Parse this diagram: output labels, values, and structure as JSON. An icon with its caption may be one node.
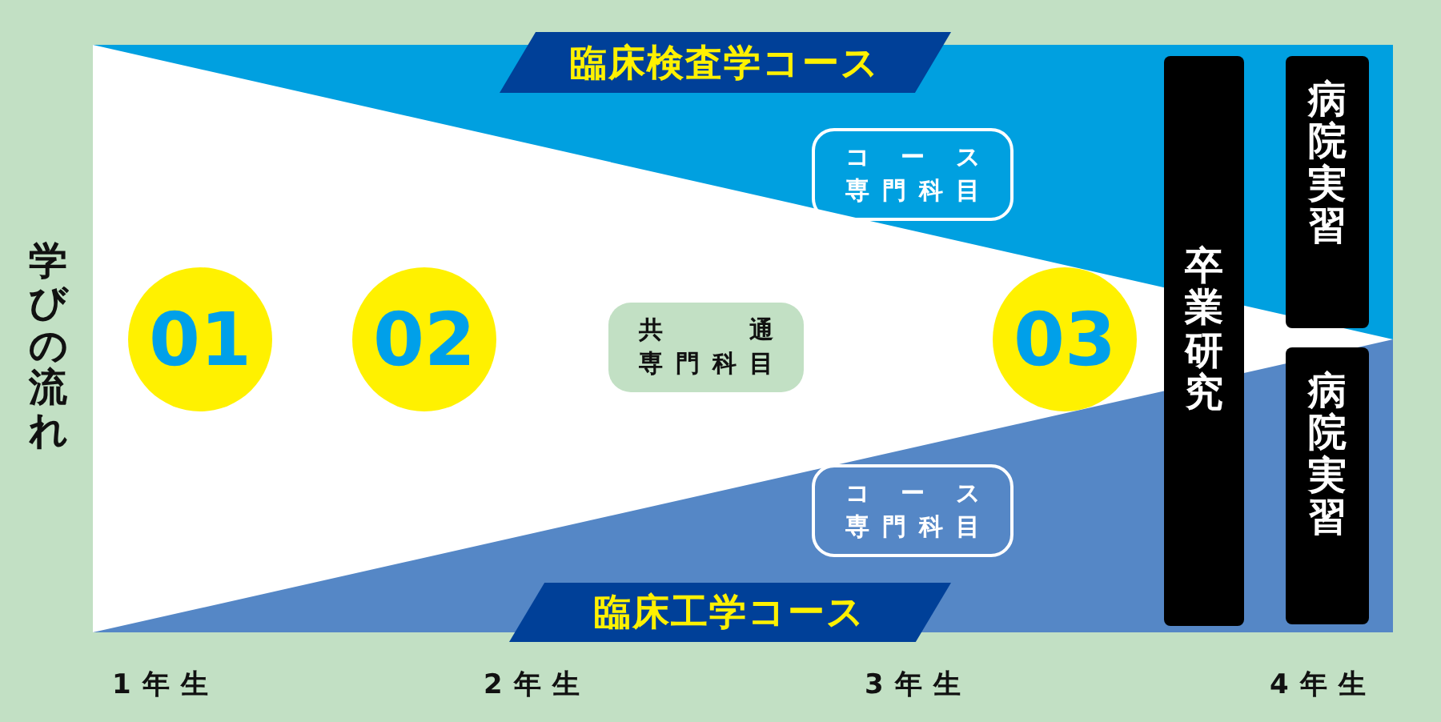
{
  "diagram": {
    "nodes": [
      {
        "text": [
          "臨床検査学コース"
        ]
      },
      {
        "text": [
          "01"
        ]
      },
      {
        "text": [
          "02"
        ]
      },
      {
        "text": [
          "共通",
          "専門科目"
        ]
      },
      {
        "text": [
          "コース",
          "専門科目"
        ]
      },
      {
        "text": [
          "03"
        ]
      },
      {
        "text": [
          "卒業研究"
        ]
      },
      {
        "text": [
          "病院実習"
        ]
      },
      {
        "text": [
          "病院実習"
        ]
      },
      {
        "text": [
          "コース",
          "専門科目"
        ]
      },
      {
        "text": [
          "臨床工学コース"
        ]
      }
    ],
    "labels": [
      "学びの流れ",
      "1年生",
      "2年生",
      "3年生",
      "4年生"
    ]
  }
}
